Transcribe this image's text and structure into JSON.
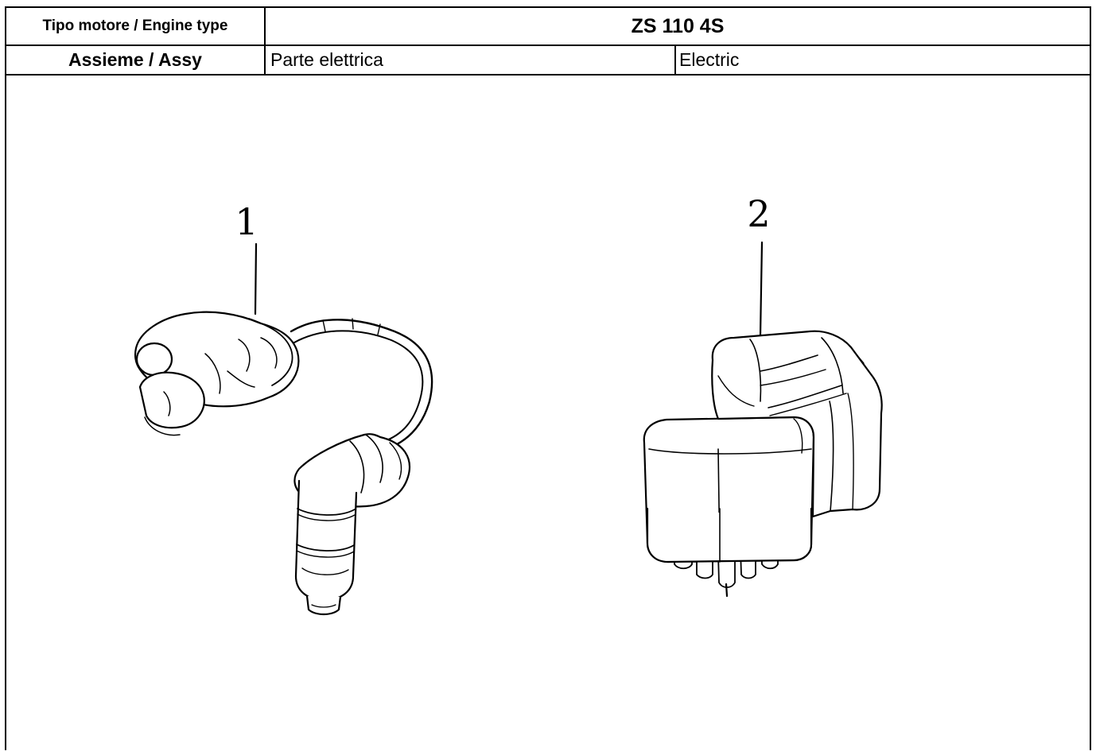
{
  "header": {
    "engine_type_label": "Tipo motore / Engine type",
    "engine_type_value": "ZS 110 4S",
    "assy_label": "Assieme / Assy",
    "assy_it": "Parte elettrica",
    "assy_en": "Electric"
  },
  "parts": [
    {
      "number": "1",
      "icon": "ignition-coil-icon"
    },
    {
      "number": "2",
      "icon": "cdi-unit-icon"
    }
  ]
}
